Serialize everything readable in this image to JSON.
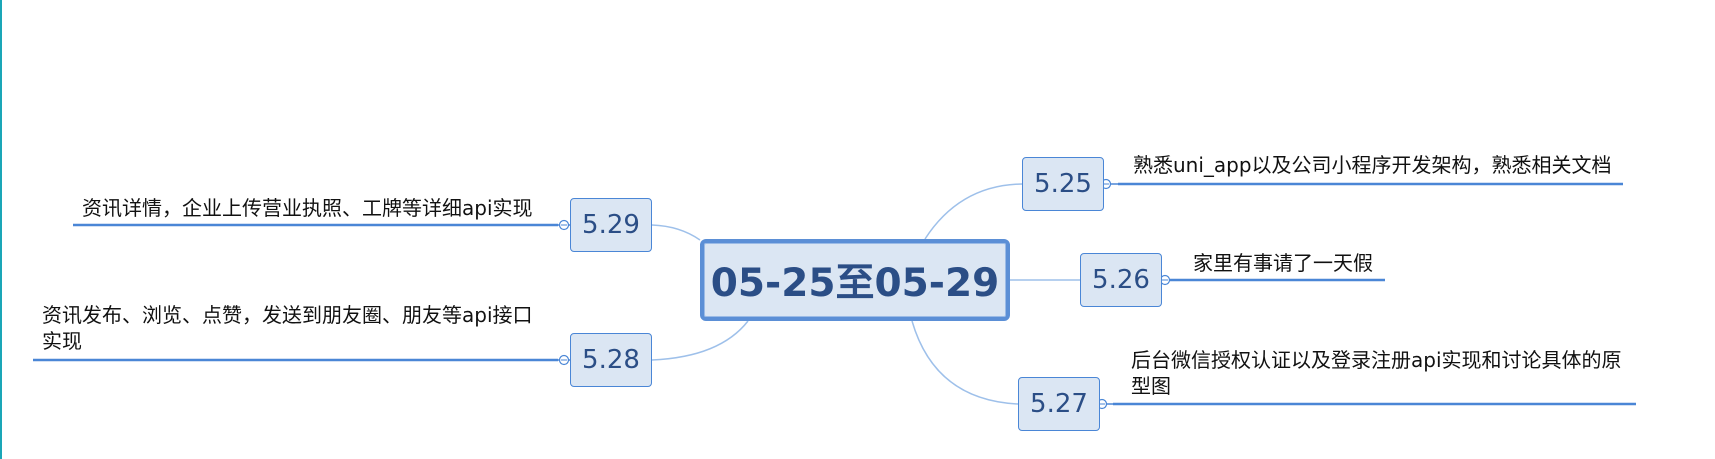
{
  "central": {
    "label": "05-25至05-29"
  },
  "topics": {
    "t525": {
      "label": "5.25",
      "note": "熟悉uni_app以及公司小程序开发架构，熟悉相关文档"
    },
    "t526": {
      "label": "5.26",
      "note": "家里有事请了一天假"
    },
    "t527": {
      "label": "5.27",
      "note": "后台微信授权认证以及登录注册api实现和讨论具体的原\n型图"
    },
    "t528": {
      "label": "5.28",
      "note": "资讯发布、浏览、点赞，发送到朋友圈、朋友等api接口\n实现"
    },
    "t529": {
      "label": "5.29",
      "note": "资讯详情，企业上传营业执照、工牌等详细api实现"
    }
  },
  "colors": {
    "accent": "#4a86d6",
    "node_fill": "#dbe6f3",
    "node_text": "#2b4e86",
    "connector": "#9ec0ea"
  }
}
